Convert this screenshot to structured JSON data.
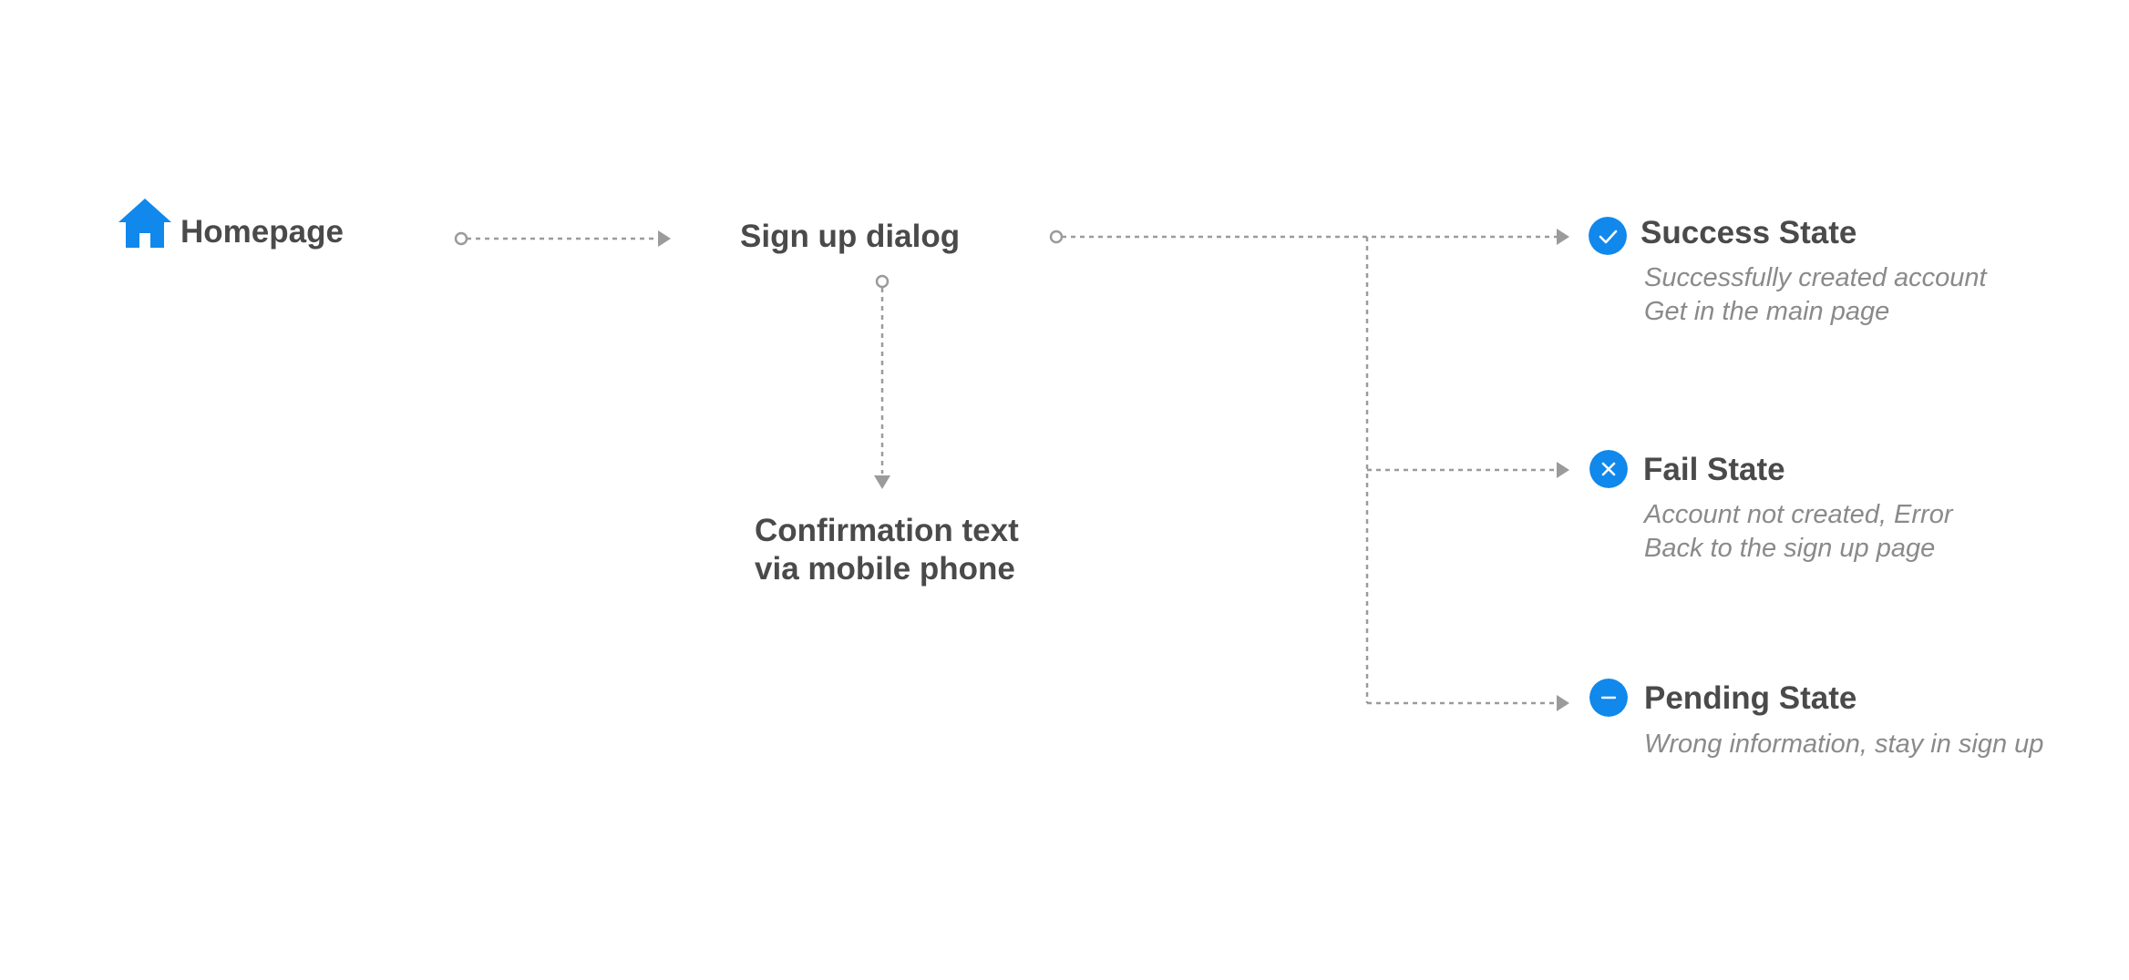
{
  "colors": {
    "accent": "#1088EC",
    "title_text": "#4A4A4A",
    "desc_text": "#8A8A8A",
    "connector": "#9B9B9B"
  },
  "nodes": {
    "homepage": {
      "icon": "home-icon",
      "title": "Homepage"
    },
    "signup": {
      "title": "Sign up dialog"
    },
    "confirmation": {
      "lines": [
        "Confirmation text",
        "via mobile phone"
      ]
    },
    "success": {
      "icon": "check-icon",
      "title": "Success State",
      "desc": [
        "Successfully created account",
        "Get in the main page"
      ]
    },
    "fail": {
      "icon": "close-icon",
      "title": "Fail State",
      "desc": [
        "Account not created, Error",
        "Back to the sign up page"
      ]
    },
    "pending": {
      "icon": "minus-icon",
      "title": "Pending State",
      "desc": [
        "Wrong information, stay in sign up"
      ]
    }
  }
}
